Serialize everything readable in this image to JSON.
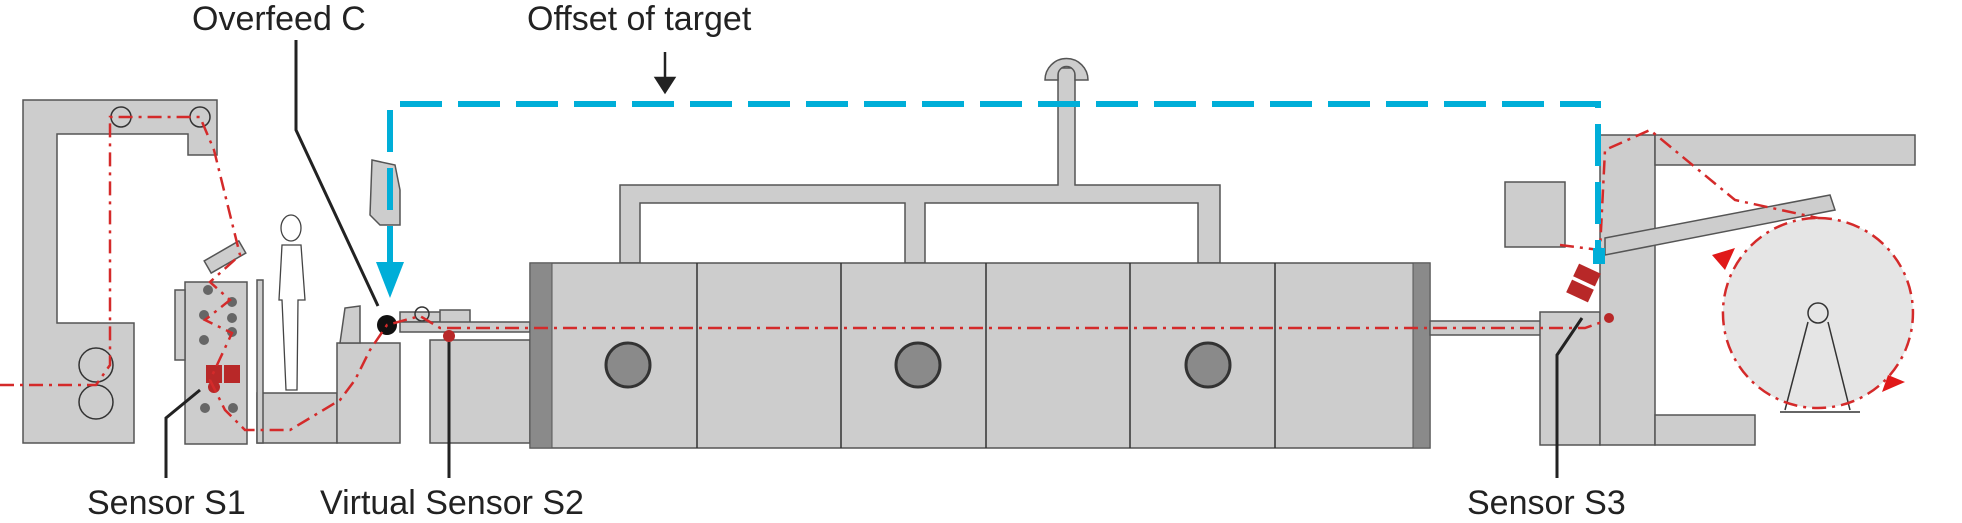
{
  "labels": {
    "overfeed": "Overfeed C",
    "offset": "Offset of target",
    "sensor_s1": "Sensor S1",
    "virtual_sensor_s2": "Virtual Sensor S2",
    "sensor_s3": "Sensor S3"
  },
  "colors": {
    "fabric_path": "#d42a2a",
    "offset_path": "#00aed8",
    "machine": "#cdcdcd",
    "sensor": "#b82828"
  }
}
